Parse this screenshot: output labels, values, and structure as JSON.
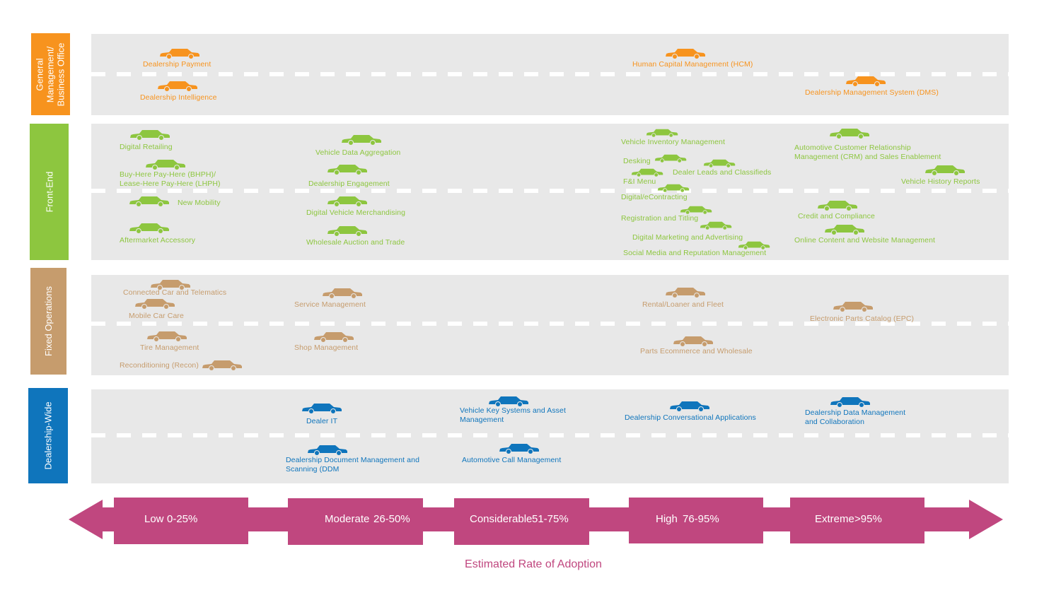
{
  "colors": {
    "general": "#f7931e",
    "front": "#8dc63f",
    "fixed": "#c69c6d",
    "wide": "#0f75bc",
    "arrow": "#c0477f",
    "band": "#e8e8e8"
  },
  "categories": [
    {
      "id": "general",
      "label": "General\nManagement/\nBusiness Office"
    },
    {
      "id": "front",
      "label": "Front-End"
    },
    {
      "id": "fixed",
      "label": "Fixed Operations"
    },
    {
      "id": "wide",
      "label": "Dealership-Wide"
    }
  ],
  "items": {
    "general": [
      {
        "label": "Dealership Payment"
      },
      {
        "label": "Dealership Intelligence"
      },
      {
        "label": "Human Capital Management (HCM)"
      },
      {
        "label": "Dealership Management System (DMS)"
      }
    ],
    "front": [
      {
        "label": "Digital Retailing"
      },
      {
        "label": "Buy-Here Pay-Here  (BHPH)/\nLease-Here Pay-Here (LHPH)"
      },
      {
        "label": "New Mobility"
      },
      {
        "label": "Aftermarket Accessory"
      },
      {
        "label": "Vehicle Data Aggregation"
      },
      {
        "label": "Dealership Engagement"
      },
      {
        "label": "Digital Vehicle Merchandising"
      },
      {
        "label": "Wholesale Auction and Trade"
      },
      {
        "label": "Vehicle Inventory Management"
      },
      {
        "label": "Desking"
      },
      {
        "label": "Dealer Leads and Classifieds"
      },
      {
        "label": "F&I Menu"
      },
      {
        "label": "Digital/eContracting"
      },
      {
        "label": "Registration and Titling"
      },
      {
        "label": "Digital Marketing and Advertising"
      },
      {
        "label": "Social Media and Reputation Management"
      },
      {
        "label": "Automotive Customer Relationship\nManagement (CRM) and Sales Enablement"
      },
      {
        "label": "Vehicle History Reports"
      },
      {
        "label": "Credit and Compliance"
      },
      {
        "label": "Online Content and Website Management"
      }
    ],
    "fixed": [
      {
        "label": "Connected Car and Telematics"
      },
      {
        "label": "Mobile Car Care"
      },
      {
        "label": "Tire Management"
      },
      {
        "label": "Reconditioning (Recon)"
      },
      {
        "label": "Service Management"
      },
      {
        "label": "Shop Management"
      },
      {
        "label": "Rental/Loaner and Fleet"
      },
      {
        "label": "Parts Ecommerce and Wholesale"
      },
      {
        "label": "Electronic Parts Catalog (EPC)"
      }
    ],
    "wide": [
      {
        "label": "Dealer IT"
      },
      {
        "label": "Dealership Document  Management and\nScanning (DDM"
      },
      {
        "label": "Vehicle Key Systems and Asset\nManagement"
      },
      {
        "label": "Automotive Call Management"
      },
      {
        "label": "Dealership Conversational Applications"
      },
      {
        "label": "Dealership Data Management\nand Collaboration"
      }
    ]
  },
  "scale": [
    {
      "name": "Low",
      "range": "0-25%"
    },
    {
      "name": "Moderate",
      "range": "26-50%"
    },
    {
      "name": "Considerable",
      "range": "51-75%"
    },
    {
      "name": "High",
      "range": "76-95%"
    },
    {
      "name": "Extreme",
      "range": ">95%"
    }
  ],
  "axis_title": "Estimated Rate of Adoption"
}
